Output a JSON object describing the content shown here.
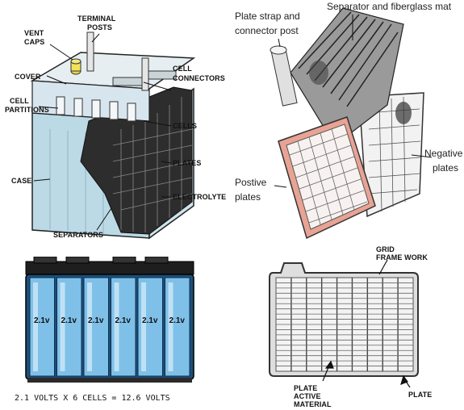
{
  "cutaway": {
    "labels": {
      "vent_caps": [
        "VENT",
        "CAPS"
      ],
      "terminal_posts": [
        "TERMINAL",
        "POSTS"
      ],
      "cover": "COVER",
      "cell_partitions": [
        "CELL",
        "PARTITIONS"
      ],
      "cell_connectors": [
        "CELL",
        "CONNECTORS"
      ],
      "cells": "CELLS",
      "plates": "PLATES",
      "case": "CASE",
      "electrolyte": "ELECTROLYTE",
      "separators": "SEPARATORS"
    }
  },
  "plate_stack": {
    "labels": {
      "strap": [
        "Plate strap and",
        "connector post"
      ],
      "separator": "Separator and fiberglass mat",
      "negative": [
        "Negative",
        "plates"
      ],
      "positive": [
        "Postive",
        "plates"
      ]
    }
  },
  "cells_view": {
    "cell_voltages": [
      "2.1v",
      "2.1v",
      "2.1v",
      "2.1v",
      "2.1v",
      "2.1v"
    ],
    "caption": "2.1 VOLTS X 6 CELLS = 12.6 VOLTS"
  },
  "grid_plate": {
    "labels": {
      "grid_frame": [
        "GRID",
        "FRAME WORK"
      ],
      "active_material": [
        "PLATE",
        "ACTIVE",
        "MATERIAL"
      ],
      "plate": "PLATE"
    }
  },
  "colors": {
    "case_blue": "#bcd9e6",
    "plate_dark": "#2a2a2a",
    "positive_plate": "#e8a394",
    "electrolyte_blue": "#4a9dd6"
  }
}
